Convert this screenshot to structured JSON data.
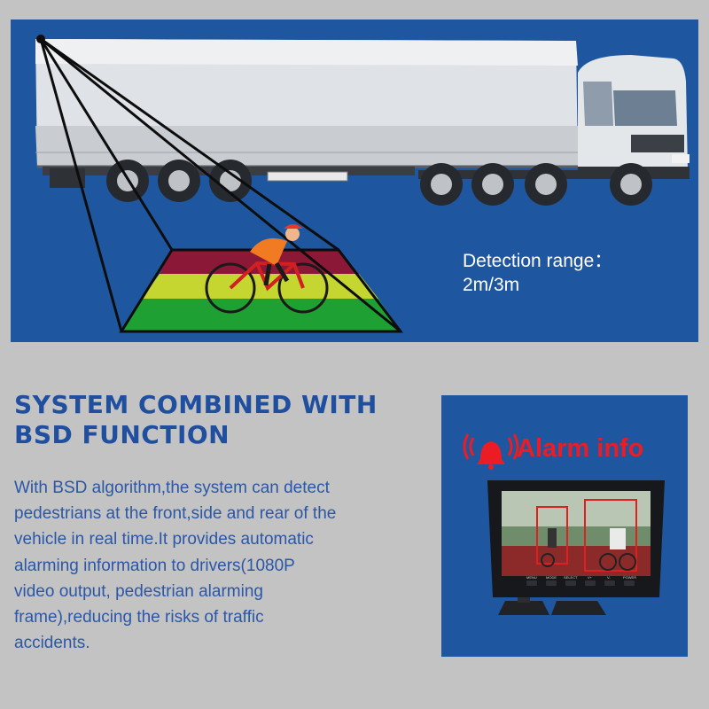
{
  "hero": {
    "detection_label": "Detection range：",
    "detection_value": "2m/3m"
  },
  "section": {
    "heading_line1": "SYSTEM COMBINED WITH",
    "heading_line2": "BSD FUNCTION",
    "body_lines": [
      "With BSD algorithm,the system can detect",
      "pedestrians at the front,side and rear of the",
      "vehicle in real time.It provides automatic",
      "alarming information to drivers(1080P",
      "video output, pedestrian alarming",
      "frame),reducing the risks of traffic",
      "accidents."
    ]
  },
  "alarm": {
    "title": "Alarm info",
    "monitor_buttons": [
      "MENU",
      "MODE",
      "SELECT",
      "V+",
      "V-",
      "POWER"
    ]
  },
  "colors": {
    "background": "#c3c3c3",
    "panel_blue": "#1e57a0",
    "heading_blue": "#1f4f9e",
    "alarm_red": "#ec1c24",
    "zone_red": "#8c1838",
    "zone_yellow": "#c6d631",
    "zone_green": "#1fa032"
  }
}
